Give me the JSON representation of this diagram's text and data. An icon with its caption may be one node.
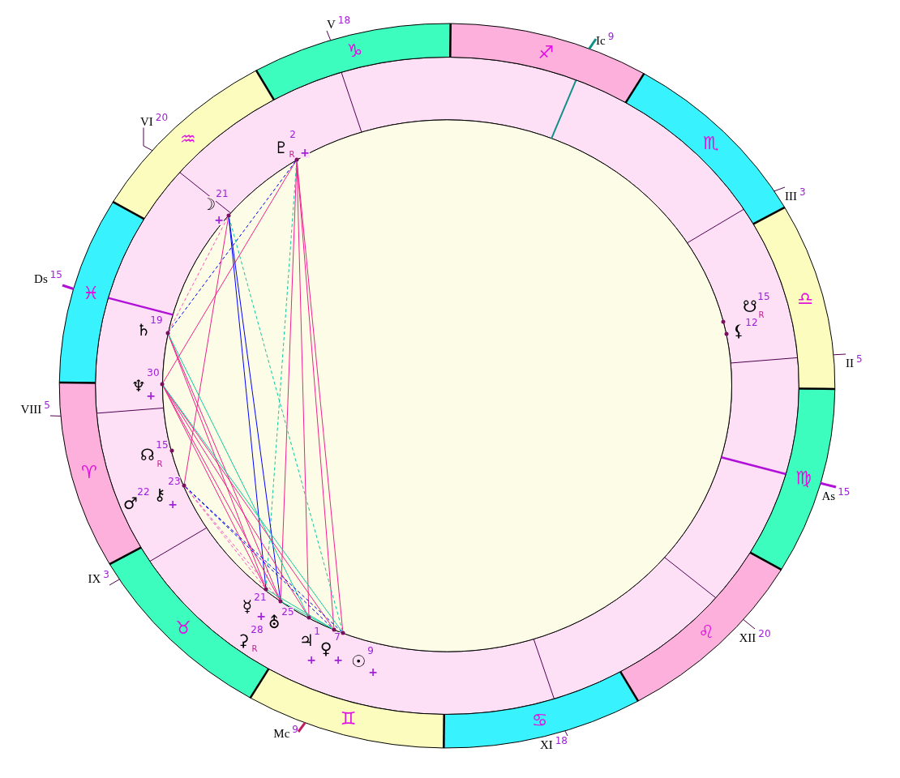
{
  "diagram": {
    "nodes": [
      {
        "text": [
          "♑"
        ]
      },
      {
        "text": [
          "♐"
        ]
      },
      {
        "text": [
          "♒"
        ]
      },
      {
        "text": [
          "♏"
        ]
      },
      {
        "text": [
          "♓"
        ]
      },
      {
        "text": [
          "♎"
        ]
      },
      {
        "text": [
          "♈"
        ]
      },
      {
        "text": [
          "♍"
        ]
      },
      {
        "text": [
          "♉"
        ]
      },
      {
        "text": [
          "♌"
        ]
      },
      {
        "text": [
          "♊"
        ]
      },
      {
        "text": [
          "♋"
        ]
      },
      {
        "text": [],
        "shape": "circle",
        "beside": [
          "♇",
          "2",
          "R",
          "+"
        ]
      },
      {
        "text": [],
        "shape": "circle",
        "beside": [
          "☽",
          "21",
          "+"
        ]
      },
      {
        "text": [],
        "shape": "circle",
        "beside": [
          "☋",
          "15",
          "R"
        ]
      },
      {
        "text": [],
        "shape": "circle",
        "beside": [
          "⚸",
          "12"
        ]
      },
      {
        "text": [],
        "shape": "circle",
        "beside": [
          "♄",
          "19"
        ]
      },
      {
        "text": [],
        "shape": "circle",
        "beside": [
          "♆",
          "30",
          "+"
        ]
      },
      {
        "text": [],
        "shape": "circle",
        "beside": [
          "☊",
          "15",
          "R"
        ]
      },
      {
        "text": [
          "♂",
          "22"
        ]
      },
      {
        "text": [],
        "shape": "circle",
        "beside": [
          "⚷",
          "23",
          "+"
        ]
      },
      {
        "text": [],
        "shape": "circle",
        "beside": [
          "☿",
          "21",
          "+"
        ]
      },
      {
        "text": [
          "⚳",
          "28",
          "R"
        ]
      },
      {
        "text": [],
        "shape": "circle",
        "beside": [
          "⛢",
          "25"
        ]
      },
      {
        "text": [],
        "shape": "circle",
        "beside": [
          "♀",
          "7",
          "+"
        ]
      },
      {
        "text": [],
        "shape": "circle",
        "beside": [
          "♃",
          "1",
          "+"
        ]
      },
      {
        "text": [],
        "shape": "circle",
        "beside": [
          "☉",
          "9",
          "+"
        ]
      },
      {
        "text": [
          "V$^{18}$"
        ]
      },
      {
        "text": [
          "Ic$^{9}$"
        ]
      },
      {
        "text": [
          "VI$^{20}$"
        ]
      },
      {
        "text": [
          "III$^{3}$"
        ]
      },
      {
        "text": [
          "Ds$^{15}$"
        ]
      },
      {
        "text": [
          "VIII$^{5}$"
        ]
      },
      {
        "text": [
          "II$^{5}$"
        ]
      },
      {
        "text": [
          "As$^{15}$"
        ]
      },
      {
        "text": [
          "IX$^{3}$"
        ]
      },
      {
        "text": [
          "XII$^{20}$"
        ]
      },
      {
        "text": [
          "Mc$^{9}$"
        ]
      },
      {
        "text": [
          "XI$^{18}$"
        ]
      }
    ],
    "edges": [
      {
        "from": 12,
        "to": 17,
        "arrow": "none"
      },
      {
        "from": 12,
        "to": 16,
        "arrow": "none",
        "style": "dashed",
        "color": "#0000ff"
      },
      {
        "from": 12,
        "to": 25,
        "arrow": "none"
      },
      {
        "from": 12,
        "to": 24,
        "arrow": "none"
      },
      {
        "from": 12,
        "to": 26,
        "arrow": "none"
      },
      {
        "from": 12,
        "to": 23,
        "arrow": "none"
      },
      {
        "from": 12,
        "to": 21,
        "arrow": "none",
        "style": "dashed",
        "color": "#10c8a0"
      },
      {
        "from": 13,
        "to": 16,
        "arrow": "none",
        "style": "dashed",
        "color": "#ff50c0"
      },
      {
        "from": 13,
        "to": 20,
        "arrow": "none"
      },
      {
        "from": 13,
        "to": 21,
        "arrow": "none",
        "color": "#0000ff"
      },
      {
        "from": 13,
        "to": 23,
        "arrow": "none",
        "color": "#0000ff"
      },
      {
        "from": 13,
        "to": 26,
        "arrow": "none",
        "style": "dashed",
        "color": "#10c8a0"
      },
      {
        "from": 16,
        "to": 21,
        "arrow": "none"
      },
      {
        "from": 16,
        "to": 23,
        "arrow": "none"
      },
      {
        "from": 16,
        "to": 25,
        "arrow": "none",
        "color": "#10c8a0"
      },
      {
        "from": 17,
        "to": 21,
        "arrow": "none"
      },
      {
        "from": 17,
        "to": 23,
        "arrow": "none"
      },
      {
        "from": 17,
        "to": 25,
        "arrow": "none"
      },
      {
        "from": 17,
        "to": 24,
        "arrow": "none"
      },
      {
        "from": 17,
        "to": 26,
        "arrow": "none",
        "color": "#10c8a0"
      },
      {
        "from": 20,
        "to": 21,
        "arrow": "none",
        "style": "dashed",
        "color": "#ff50c0"
      },
      {
        "from": 20,
        "to": 23,
        "arrow": "none",
        "style": "dashed",
        "color": "#ff50c0"
      },
      {
        "from": 20,
        "to": 24,
        "arrow": "none",
        "style": "dashed",
        "color": "#0000ff"
      },
      {
        "from": 20,
        "to": 26,
        "arrow": "none",
        "style": "dashed",
        "color": "#0000ff"
      },
      {
        "from": 21,
        "to": 24,
        "arrow": "none",
        "color": "#10c8a0"
      },
      {
        "from": 23,
        "to": 24,
        "arrow": "none",
        "color": "#10c8a0"
      },
      {
        "from": 27,
        "to": 0,
        "arrow": "none",
        "color": "#500050"
      },
      {
        "from": 28,
        "to": 1,
        "arrow": "none",
        "style": "thick",
        "color": "#109088"
      },
      {
        "from": 29,
        "to": 2,
        "arrow": "none",
        "color": "#500050"
      },
      {
        "from": 30,
        "to": 3,
        "arrow": "none",
        "color": "#500050"
      },
      {
        "from": 31,
        "to": 4,
        "arrow": "none",
        "style": "thick",
        "color": "#b010d8"
      },
      {
        "from": 32,
        "to": 6,
        "arrow": "none",
        "color": "#500050"
      },
      {
        "from": 33,
        "to": 5,
        "arrow": "none",
        "color": "#500050"
      },
      {
        "from": 34,
        "to": 7,
        "arrow": "none",
        "style": "thick",
        "color": "#b010d8"
      },
      {
        "from": 35,
        "to": 8,
        "arrow": "none",
        "color": "#500050"
      },
      {
        "from": 36,
        "to": 9,
        "arrow": "none",
        "color": "#500050"
      },
      {
        "from": 37,
        "to": 10,
        "arrow": "none",
        "style": "thick",
        "color": "#c02060"
      },
      {
        "from": 38,
        "to": 11,
        "arrow": "none",
        "color": "#500050"
      }
    ]
  }
}
